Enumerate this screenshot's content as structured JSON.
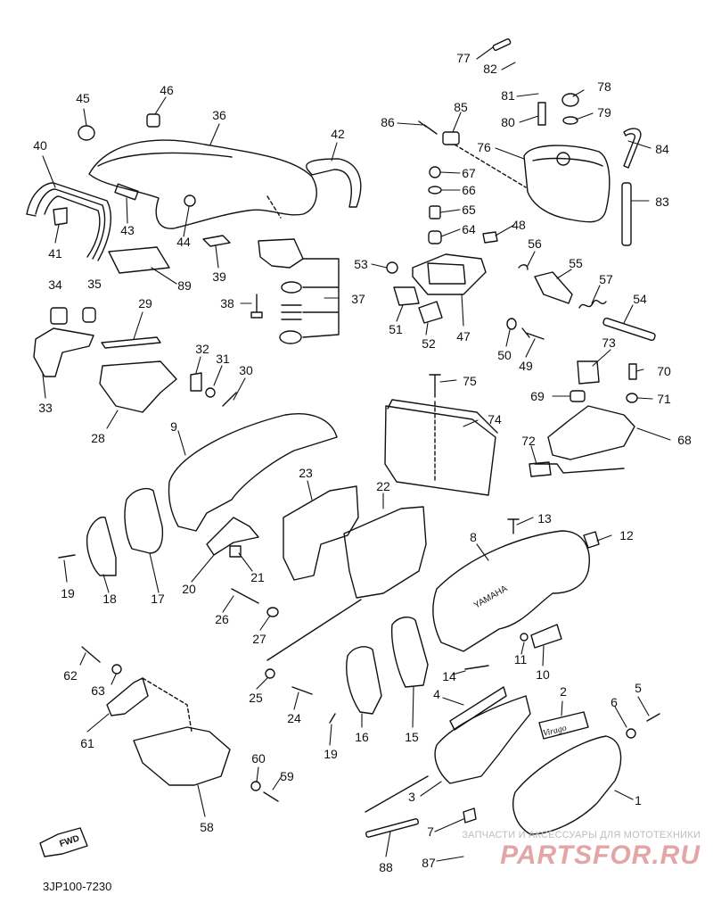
{
  "callouts": [
    {
      "id": "77",
      "text": "77"
    },
    {
      "id": "82",
      "text": "82"
    },
    {
      "id": "81",
      "text": "81"
    },
    {
      "id": "78",
      "text": "78"
    },
    {
      "id": "80",
      "text": "80"
    },
    {
      "id": "79",
      "text": "79"
    },
    {
      "id": "86",
      "text": "86"
    },
    {
      "id": "85",
      "text": "85"
    },
    {
      "id": "76",
      "text": "76"
    },
    {
      "id": "84",
      "text": "84"
    },
    {
      "id": "45",
      "text": "45"
    },
    {
      "id": "46",
      "text": "46"
    },
    {
      "id": "36",
      "text": "36"
    },
    {
      "id": "42",
      "text": "42"
    },
    {
      "id": "40",
      "text": "40"
    },
    {
      "id": "67",
      "text": "67"
    },
    {
      "id": "66",
      "text": "66"
    },
    {
      "id": "65",
      "text": "65"
    },
    {
      "id": "83",
      "text": "83"
    },
    {
      "id": "64",
      "text": "64"
    },
    {
      "id": "48",
      "text": "48"
    },
    {
      "id": "43",
      "text": "43"
    },
    {
      "id": "44",
      "text": "44"
    },
    {
      "id": "41",
      "text": "41"
    },
    {
      "id": "39",
      "text": "39"
    },
    {
      "id": "89",
      "text": "89"
    },
    {
      "id": "53",
      "text": "53"
    },
    {
      "id": "56",
      "text": "56"
    },
    {
      "id": "55",
      "text": "55"
    },
    {
      "id": "34",
      "text": "34"
    },
    {
      "id": "35",
      "text": "35"
    },
    {
      "id": "38",
      "text": "38"
    },
    {
      "id": "37",
      "text": "37"
    },
    {
      "id": "57",
      "text": "57"
    },
    {
      "id": "54",
      "text": "54"
    },
    {
      "id": "29",
      "text": "29"
    },
    {
      "id": "51",
      "text": "51"
    },
    {
      "id": "52",
      "text": "52"
    },
    {
      "id": "47",
      "text": "47"
    },
    {
      "id": "50",
      "text": "50"
    },
    {
      "id": "49",
      "text": "49"
    },
    {
      "id": "73",
      "text": "73"
    },
    {
      "id": "32",
      "text": "32"
    },
    {
      "id": "31",
      "text": "31"
    },
    {
      "id": "30",
      "text": "30"
    },
    {
      "id": "70",
      "text": "70"
    },
    {
      "id": "75",
      "text": "75"
    },
    {
      "id": "69",
      "text": "69"
    },
    {
      "id": "71",
      "text": "71"
    },
    {
      "id": "33",
      "text": "33"
    },
    {
      "id": "74",
      "text": "74"
    },
    {
      "id": "9",
      "text": "9"
    },
    {
      "id": "28",
      "text": "28"
    },
    {
      "id": "68",
      "text": "68"
    },
    {
      "id": "72",
      "text": "72"
    },
    {
      "id": "23",
      "text": "23"
    },
    {
      "id": "22",
      "text": "22"
    },
    {
      "id": "13",
      "text": "13"
    },
    {
      "id": "8",
      "text": "8"
    },
    {
      "id": "12",
      "text": "12"
    },
    {
      "id": "21",
      "text": "21"
    },
    {
      "id": "19a",
      "text": "19"
    },
    {
      "id": "18",
      "text": "18"
    },
    {
      "id": "17",
      "text": "17"
    },
    {
      "id": "20",
      "text": "20"
    },
    {
      "id": "26",
      "text": "26"
    },
    {
      "id": "27",
      "text": "27"
    },
    {
      "id": "11",
      "text": "11"
    },
    {
      "id": "10",
      "text": "10"
    },
    {
      "id": "62",
      "text": "62"
    },
    {
      "id": "14",
      "text": "14"
    },
    {
      "id": "63",
      "text": "63"
    },
    {
      "id": "25",
      "text": "25"
    },
    {
      "id": "4",
      "text": "4"
    },
    {
      "id": "2",
      "text": "2"
    },
    {
      "id": "5",
      "text": "5"
    },
    {
      "id": "6",
      "text": "6"
    },
    {
      "id": "24",
      "text": "24"
    },
    {
      "id": "61",
      "text": "61"
    },
    {
      "id": "16",
      "text": "16"
    },
    {
      "id": "15",
      "text": "15"
    },
    {
      "id": "19b",
      "text": "19"
    },
    {
      "id": "60",
      "text": "60"
    },
    {
      "id": "59",
      "text": "59"
    },
    {
      "id": "3",
      "text": "3"
    },
    {
      "id": "1",
      "text": "1"
    },
    {
      "id": "58",
      "text": "58"
    },
    {
      "id": "7",
      "text": "7"
    },
    {
      "id": "88",
      "text": "88"
    },
    {
      "id": "87",
      "text": "87"
    }
  ],
  "diagram_code": "3JP100-7230",
  "direction_marker": "FWD",
  "part_text": {
    "cover_8": "YAMAHA",
    "emblem_2": "Virago"
  },
  "watermark": {
    "line1": "ЗАПЧАСТИ И АКСЕССУАРЫ ДЛЯ МОТОТЕХНИКИ",
    "logo": "PARTSFOR.RU"
  },
  "colors": {
    "line": "#111111",
    "watermark_text": "#bdbdbd",
    "watermark_logo": "#e3a6a6"
  }
}
